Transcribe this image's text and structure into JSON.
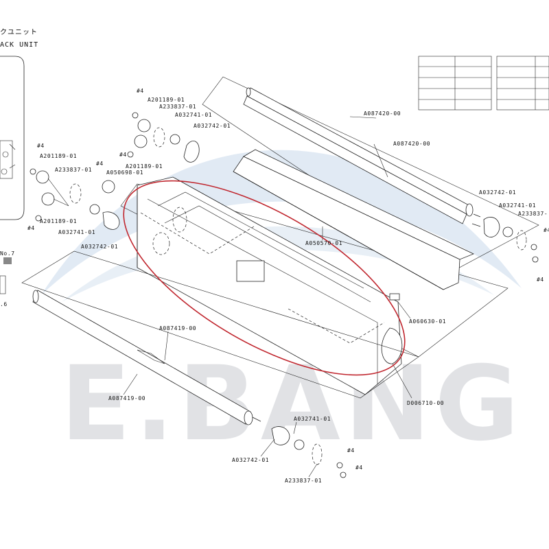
{
  "header": {
    "title_jp": "クユニット",
    "title_en": "ACK UNIT"
  },
  "watermark": {
    "text": "E.BANG",
    "color": "#c9ccd1",
    "swoosh_color": "#bcd0e6"
  },
  "highlight_color": "#c0262e",
  "side_refs": {
    "no7": "No.7",
    "six": ".6"
  },
  "labels": {
    "a201189_top": "A201189-01",
    "a233837_top": "A233837-01",
    "a032741_top": "A032741-01",
    "a032742_top": "A032742-01",
    "a201189_mid": "A201189-01",
    "a201189_left": "A201189-01",
    "a233837_left": "A233837-01",
    "a050698": "A050698-01",
    "a201189_left_low": "A201189-01",
    "a032741_left": "A032741-01",
    "a032742_left": "A032742-01",
    "a087420_top": "A087420-00",
    "a087420_mid": "A087420-00",
    "a050570": "A050570-01",
    "a032742_right": "A032742-01",
    "a032741_right": "A032741-01",
    "a233837_right": "A233837-",
    "a060630": "A060630-01",
    "d006710": "D006710-00",
    "a087419_top": "A087419-00",
    "a087419_bottom": "A087419-00",
    "a032741_bottom": "A032741-01",
    "a032742_bottom": "A032742-01",
    "a233837_bottom": "A233837-01",
    "s4_a": "#4",
    "s4_b": "#4",
    "s4_c": "#4",
    "s4_d": "#4",
    "s4_e": "#4",
    "s4_f": "#4",
    "s4_g": "#4",
    "s4_h": "#4",
    "s4_i": "#4"
  }
}
